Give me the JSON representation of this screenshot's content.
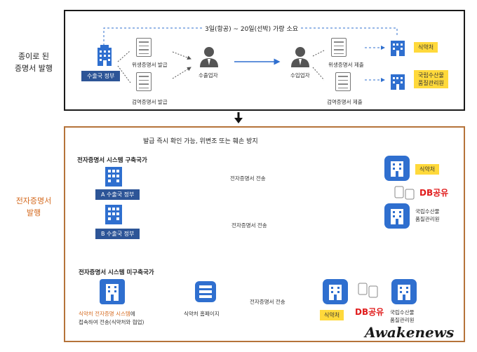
{
  "paper_flow": {
    "side_label": "종이로 된\n증명서 발행",
    "banner": "3일(항공) ~ 20일(선박) 가량 소요",
    "exporting_gov": "수출국 정부",
    "sanitary_issue": "위생증명서 발급",
    "inspection_issue": "검역증명서 발급",
    "exporter": "수출업자",
    "importer": "수입업자",
    "sanitary_submit": "위생증명서 제출",
    "inspection_submit": "검역증명서 제출",
    "mfds": "식약처",
    "nfqs": "국립수산물\n품질관리원"
  },
  "electronic_flow": {
    "side_label": "전자증명서\n발행",
    "banner": "발급 즉시 확인 가능, 위변조 또는 훼손 방지",
    "built_title": "전자증명서 시스템 구축국가",
    "gov_a": "A 수출국 정부",
    "gov_b": "B 수출국 정부",
    "transfer_a": "전자증명서 전송",
    "transfer_b": "전자증명서 전송",
    "mfds": "식약처",
    "db_share": "DB공유",
    "nfqs": "국립수산물\n품질관리원",
    "unbuilt_title": "전자증명서 시스템 미구축국가",
    "system_link": "식약처 전자증명 시스템",
    "system_suffix": "에",
    "system_note": "접속하여 전송(식약처와 협업)",
    "mfds_web": "식약처 홈페이지",
    "transfer_c": "전자증명서 전송",
    "mfds2": "식약처",
    "db_share2": "DB공유",
    "nfqs2": "국립수산물\n품질관리원"
  },
  "watermark": "Awakenews",
  "colors": {
    "accent_orange": "#b5733a",
    "db_red": "#e01b1b",
    "yellow_tag": "#ffd93b",
    "gov_blue": "#2d5597"
  }
}
